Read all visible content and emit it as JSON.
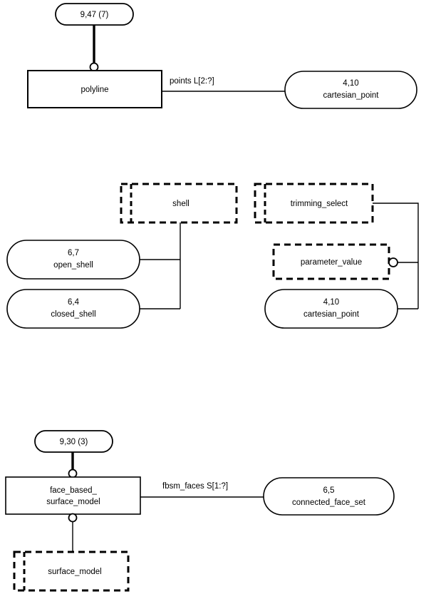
{
  "diagram": {
    "notation": "EXPRESS-G",
    "groups": [
      {
        "name": "polyline-group",
        "page_ref": "9,47 (7)",
        "entity": "polyline",
        "relationship": "points L[2:?]",
        "target_page_ref": "4,10",
        "target_entity": "cartesian_point"
      },
      {
        "name": "shell-group",
        "select_type": "shell",
        "options": [
          {
            "page_ref": "6,7",
            "entity": "open_shell"
          },
          {
            "page_ref": "6,4",
            "entity": "closed_shell"
          }
        ]
      },
      {
        "name": "trimming-select-group",
        "select_type": "trimming_select",
        "options": [
          {
            "page_ref": "",
            "entity": "parameter_value"
          },
          {
            "page_ref": "4,10",
            "entity": "cartesian_point"
          }
        ]
      },
      {
        "name": "face-based-surface-model-group",
        "page_ref": "9,30 (3)",
        "entity_line1": "face_based_",
        "entity_line2": "surface_model",
        "relationship": "fbsm_faces S[1:?]",
        "target_page_ref": "6,5",
        "target_entity": "connected_face_set",
        "supertype": "surface_model"
      }
    ],
    "colors": {
      "stroke": "#000000",
      "background": "#ffffff"
    }
  }
}
